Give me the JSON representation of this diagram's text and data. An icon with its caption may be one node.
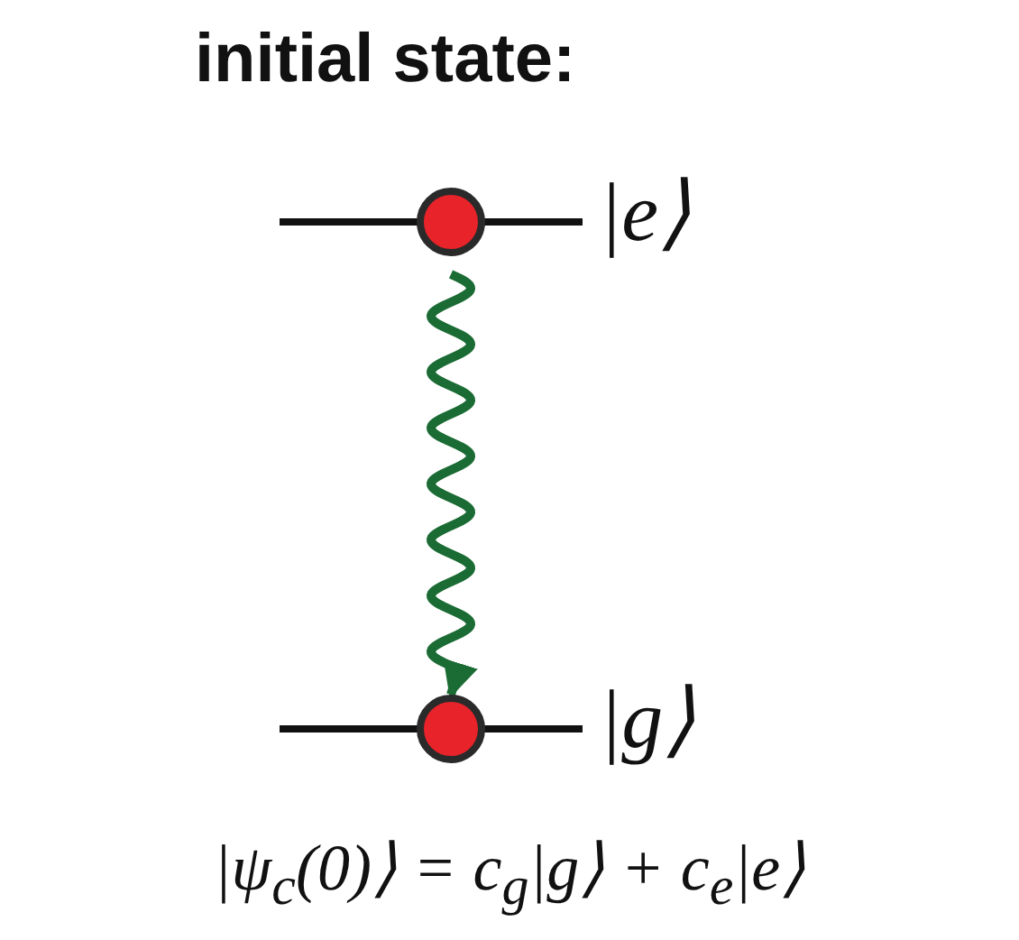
{
  "diagram": {
    "title": "initial state:",
    "nodes": [
      {
        "text": [],
        "shape": "circle",
        "beside": [
          "|e⟩"
        ]
      },
      {
        "text": [],
        "shape": "circle",
        "beside": [
          "|g⟩"
        ]
      }
    ],
    "edges": [
      {
        "from": 0,
        "to": 1,
        "arrow": "to",
        "color": "#1b6b34"
      }
    ],
    "caption": "|ψ$_{c}$(0)⟩ = c$_{g}$|g⟩ + c$_{e}$|e⟩"
  }
}
